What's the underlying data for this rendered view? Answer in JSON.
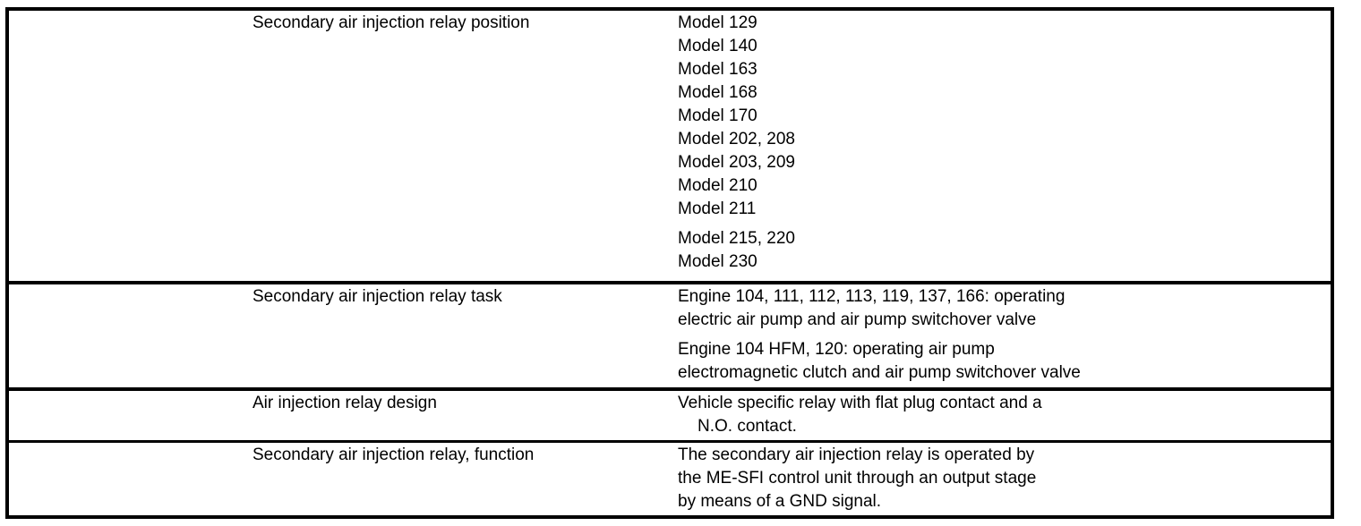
{
  "document": {
    "type": "specification-table",
    "columns": 4,
    "rows": 4
  },
  "table": {
    "rows": [
      {
        "id": "relay-position",
        "spacer_left": "",
        "label": "Secondary air injection relay position",
        "value_lines": [
          "Model 129",
          "Model 140",
          "Model 163",
          "Model 168",
          "Model 170",
          "Model 202, 208",
          "Model 203, 209",
          "Model 210",
          "Model 211",
          "Model 215, 220",
          "Model 230"
        ],
        "spacer_right": ""
      },
      {
        "id": "relay-task",
        "spacer_left": "",
        "label": "Secondary air injection relay task",
        "paragraphs": [
          "Engine 104, 111, 112, 113, 119, 137, 166: operating electric air pump and air pump switchover valve",
          "Engine 104 HFM, 120: operating air pump electromagnetic clutch and air pump switchover valve"
        ],
        "spacer_right": ""
      },
      {
        "id": "relay-design",
        "spacer_left": "",
        "label": "Air injection relay design",
        "value_first_line": "Vehicle specific relay with flat plug contact and a",
        "value_hanging_line": "N.O. contact.",
        "spacer_right": ""
      },
      {
        "id": "relay-function",
        "spacer_left": "",
        "label": "Secondary air injection relay, function",
        "value_lines": [
          "The secondary air injection relay is operated by",
          "the ME-SFI control unit through an output stage",
          "by means of a GND signal."
        ],
        "spacer_right": ""
      }
    ]
  },
  "style": {
    "border_color": "#000000",
    "text_color": "#000000",
    "background": "#ffffff"
  }
}
